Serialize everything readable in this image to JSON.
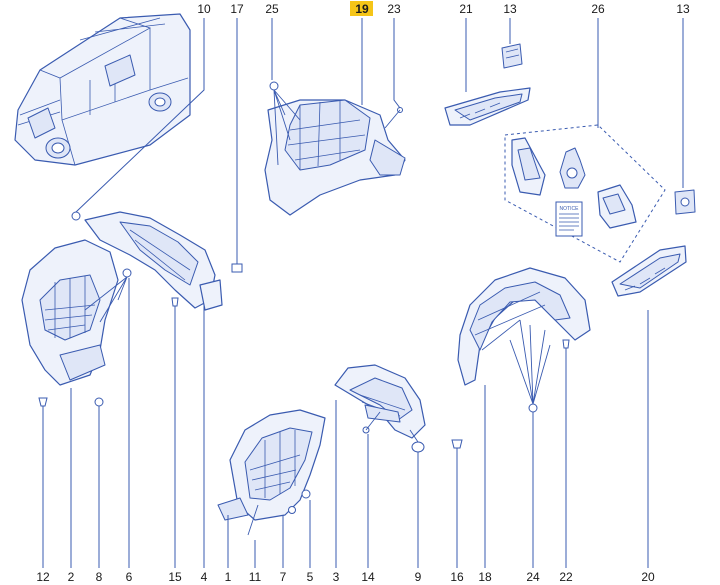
{
  "labels": {
    "top": [
      "10",
      "17",
      "25",
      "19",
      "23",
      "21",
      "13",
      "26",
      "13"
    ],
    "bottom": [
      "12",
      "2",
      "8",
      "6",
      "15",
      "4",
      "1",
      "11",
      "7",
      "5",
      "3",
      "14",
      "9",
      "16",
      "18",
      "24",
      "22",
      "20"
    ]
  },
  "highlighted_label": "19",
  "highlight_color": "#f5c518",
  "line_color": "#3a5bb0",
  "notice_text": "NOTICE"
}
